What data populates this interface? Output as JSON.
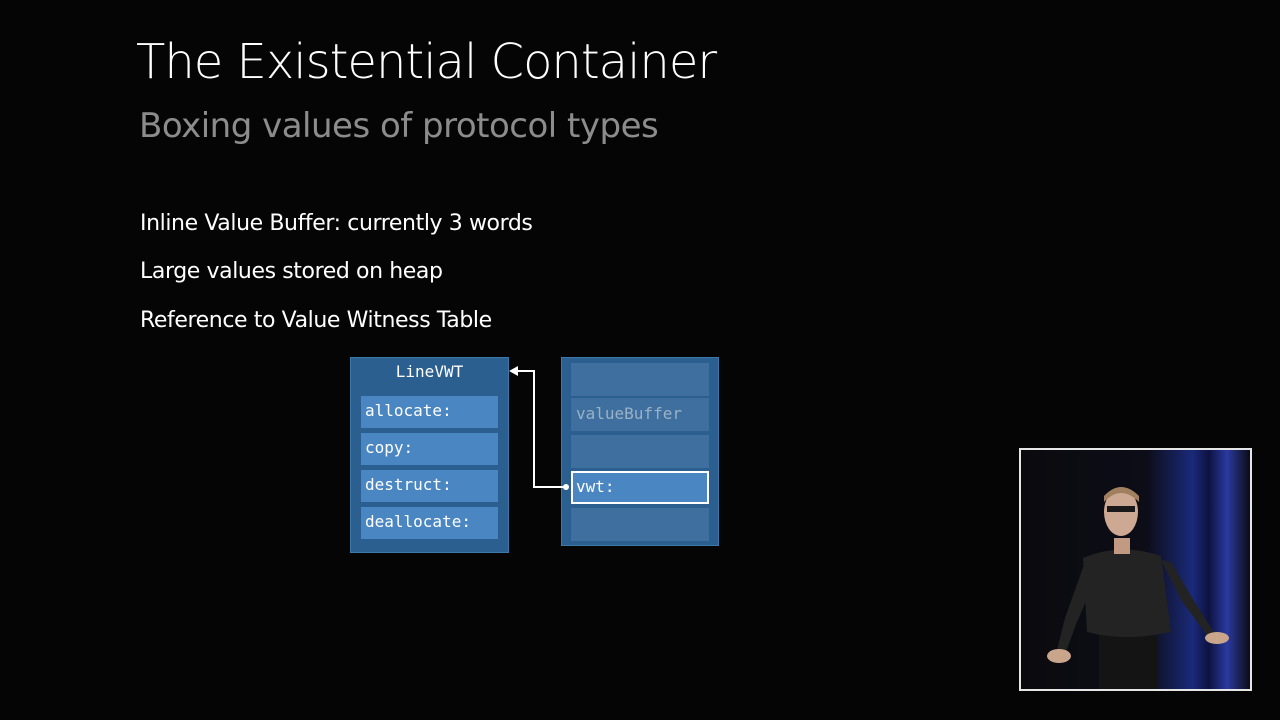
{
  "slide": {
    "title": "The Existential Container",
    "subtitle": "Boxing values of protocol types",
    "bullets": [
      "Inline Value Buffer: currently 3 words",
      "Large values stored on heap",
      "Reference to Value Witness Table"
    ]
  },
  "diagram": {
    "value_witness_table": {
      "header": "LineVWT",
      "entries": [
        "allocate:",
        "copy:",
        "destruct:",
        "deallocate:"
      ]
    },
    "existential_container": {
      "slots": [
        "",
        "valueBuffer",
        "",
        "vwt:",
        ""
      ]
    }
  },
  "colors": {
    "background": "#050505",
    "box_fill": "#2b5f8f",
    "entry_fill": "#4a86c1",
    "slot_fill": "#3e6f9e",
    "subtitle_gray": "#8c8c8c"
  },
  "presenter_video": {
    "icon": "presenter-figure"
  }
}
